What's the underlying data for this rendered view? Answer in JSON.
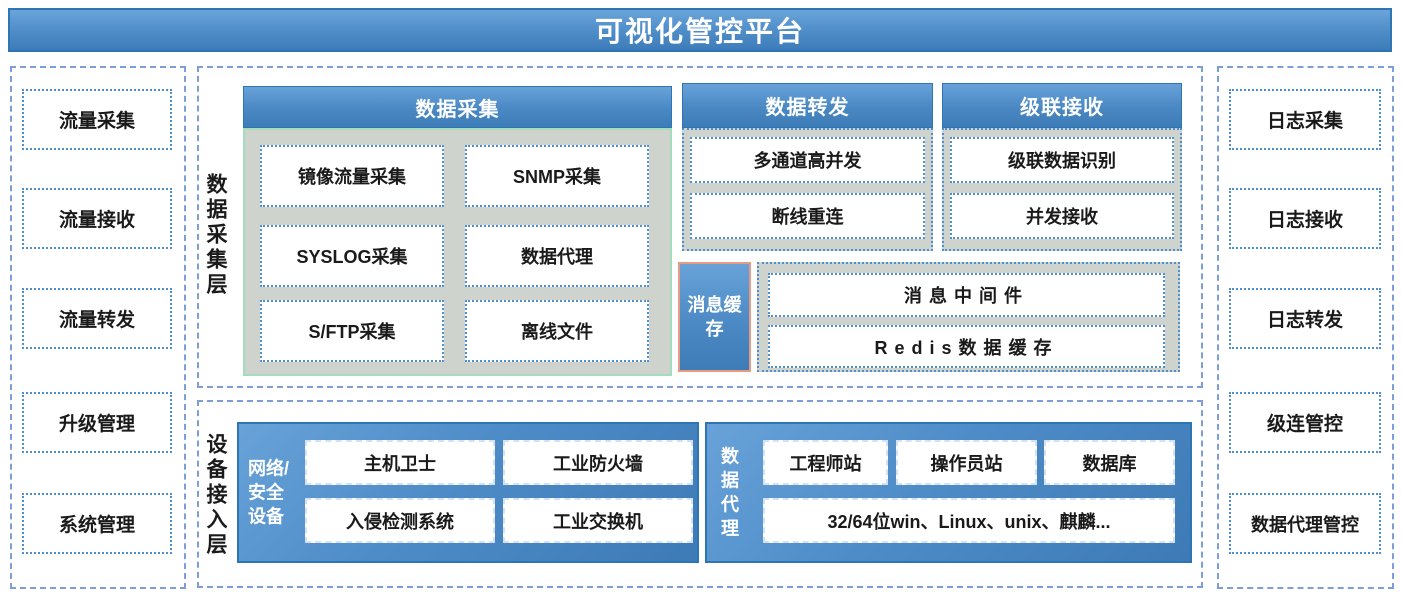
{
  "title": "可视化管控平台",
  "left_sidebar": {
    "items": [
      "流量采集",
      "流量接收",
      "流量转发",
      "升级管理",
      "系统管理"
    ]
  },
  "right_sidebar": {
    "items": [
      "日志采集",
      "日志接收",
      "日志转发",
      "级连管控",
      "数据代理管控"
    ]
  },
  "data_collection_layer": {
    "label": "数据采集层",
    "data_collection": {
      "title": "数据采集",
      "items": [
        "镜像流量采集",
        "SNMP采集",
        "SYSLOG采集",
        "数据代理",
        "S/FTP采集",
        "离线文件"
      ]
    },
    "data_forward": {
      "title": "数据转发",
      "items": [
        "多通道高并发",
        "断线重连"
      ]
    },
    "cascade_receive": {
      "title": "级联接收",
      "items": [
        "级联数据识别",
        "并发接收"
      ]
    },
    "message_cache": {
      "title": "消息缓存",
      "items": [
        "消息中间件",
        "Redis数据缓存"
      ]
    }
  },
  "device_access_layer": {
    "label": "设备接入层",
    "network_security": {
      "title": "网络/安全设备",
      "items": [
        "主机卫士",
        "工业防火墙",
        "入侵检测系统",
        "工业交换机"
      ]
    },
    "data_agent": {
      "title": "数据代理",
      "items": [
        "工程师站",
        "操作员站",
        "数据库",
        "32/64位win、Linux、unix、麒麟..."
      ]
    }
  },
  "colors": {
    "header_blue_top": "#68a2d8",
    "header_blue_bottom": "#3e7cb8",
    "banner_border": "#2e75b6",
    "dashed_border": "#7d9ed8",
    "dotted_border": "#4f8fd0",
    "gray_body": "#ced3ce",
    "green_border": "#a6dcbe",
    "salmon_border": "#e99a82"
  }
}
